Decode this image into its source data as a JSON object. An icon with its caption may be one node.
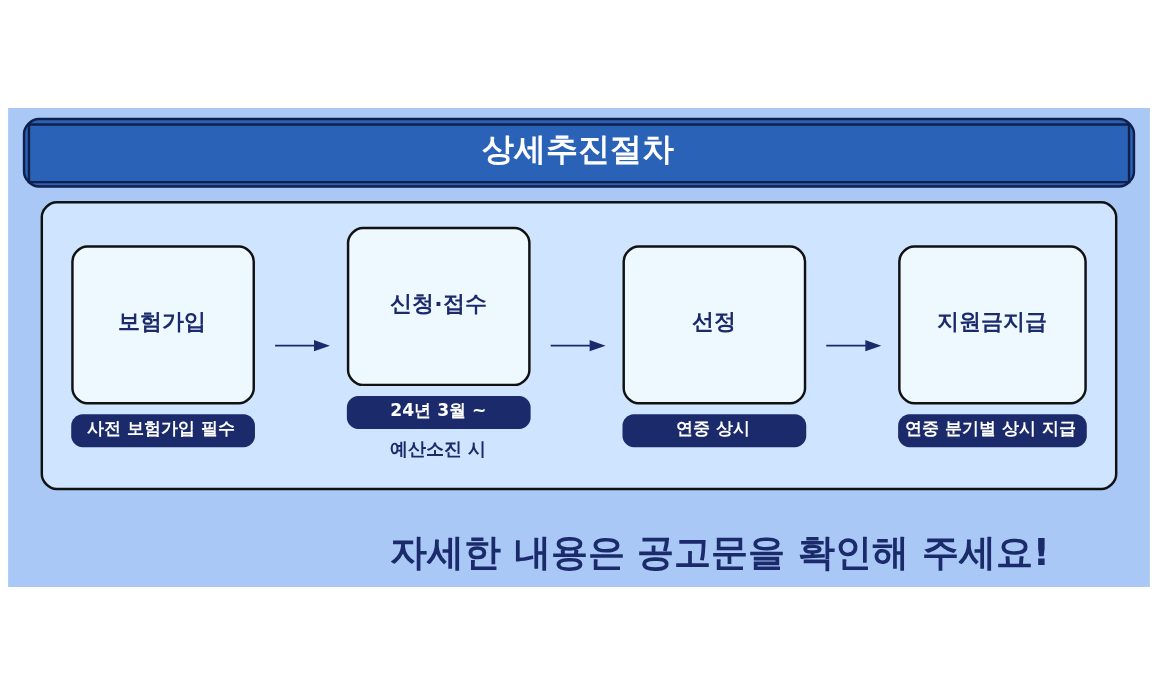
{
  "diagram": {
    "title": "상세추진절차",
    "caption": "자세한 내용은 공고문을 확인해 주세요!",
    "nodes": [
      {
        "text": [],
        "shape": "box"
      },
      {
        "text": [
          "보험가입"
        ],
        "in": 0,
        "beside": [
          "사전 보험가입 필수"
        ]
      },
      {
        "text": [
          "신청·접수"
        ],
        "in": 0,
        "beside": [
          "24년 3월 ~",
          "예산소진 시"
        ]
      },
      {
        "text": [
          "선정"
        ],
        "in": 0,
        "beside": [
          "연중 상시"
        ]
      },
      {
        "text": [
          "지원금지급"
        ],
        "in": 0,
        "beside": [
          "연중 분기별 상시 지급"
        ]
      }
    ],
    "edges": [
      {
        "from": 1,
        "to": 2,
        "arrow": "to"
      },
      {
        "from": 2,
        "to": 3,
        "arrow": "to"
      },
      {
        "from": 3,
        "to": 4,
        "arrow": "to"
      }
    ]
  }
}
